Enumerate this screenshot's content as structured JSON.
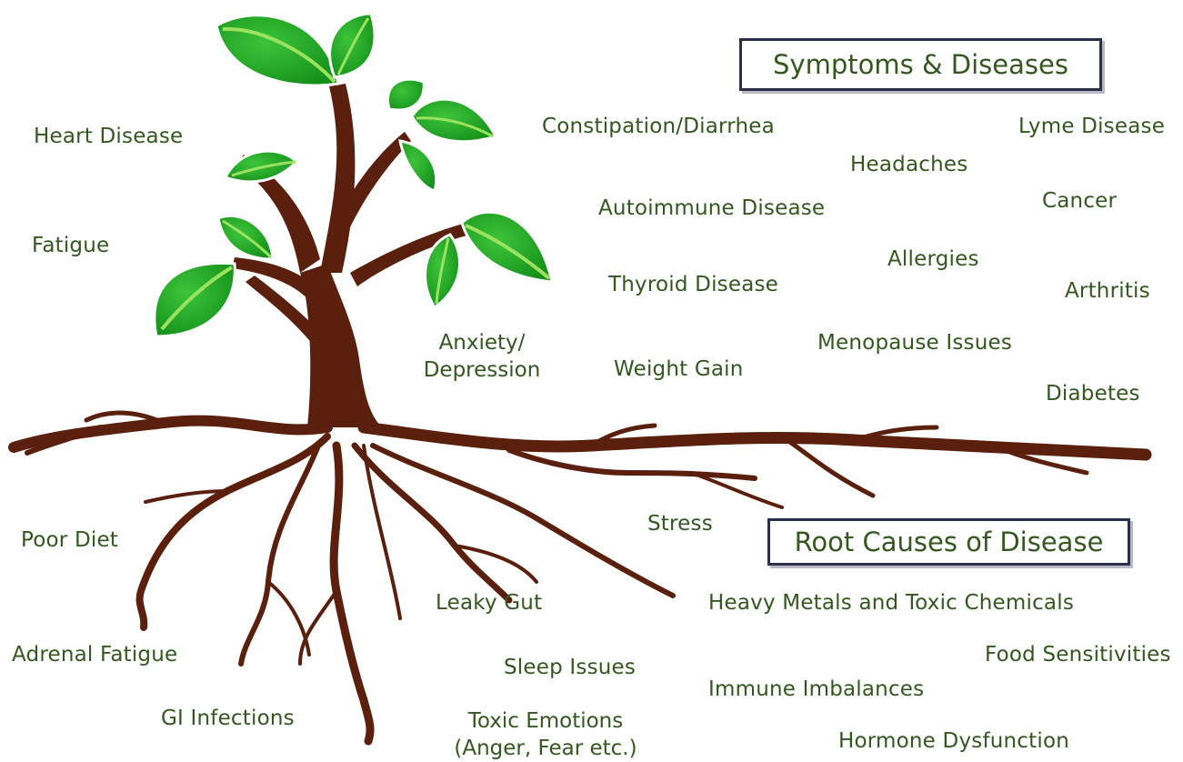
{
  "headings": {
    "symptoms": "Symptoms & Diseases",
    "root_causes": "Root Causes of Disease"
  },
  "symptoms": {
    "heart_disease": "Heart Disease",
    "fatigue": "Fatigue",
    "constipation": "Constipation/Diarrhea",
    "lyme": "Lyme Disease",
    "headaches": "Headaches",
    "autoimmune": "Autoimmune Disease",
    "cancer": "Cancer",
    "allergies": "Allergies",
    "thyroid": "Thyroid Disease",
    "arthritis": "Arthritis",
    "anxiety_line1": "Anxiety/",
    "anxiety_line2": "Depression",
    "menopause": "Menopause Issues",
    "weight_gain": "Weight Gain",
    "diabetes": "Diabetes"
  },
  "causes": {
    "stress": "Stress",
    "poor_diet": "Poor Diet",
    "leaky_gut": "Leaky Gut",
    "heavy_metals": "Heavy Metals and Toxic Chemicals",
    "adrenal_fatigue": "Adrenal Fatigue",
    "food_sensitivities": "Food Sensitivities",
    "sleep_issues": "Sleep Issues",
    "immune_imbalances": "Immune Imbalances",
    "gi_infections": "GI Infections",
    "toxic_emotions_line1": "Toxic Emotions",
    "toxic_emotions_line2": "(Anger, Fear etc.)",
    "hormone_dysfunction": "Hormone Dysfunction"
  },
  "colors": {
    "trunk": "#5a1f0d",
    "leaf": "#1fa71f",
    "leaf_highlight": "#8ee05a",
    "text": "#33571f",
    "box_border": "#2b2f4a"
  }
}
